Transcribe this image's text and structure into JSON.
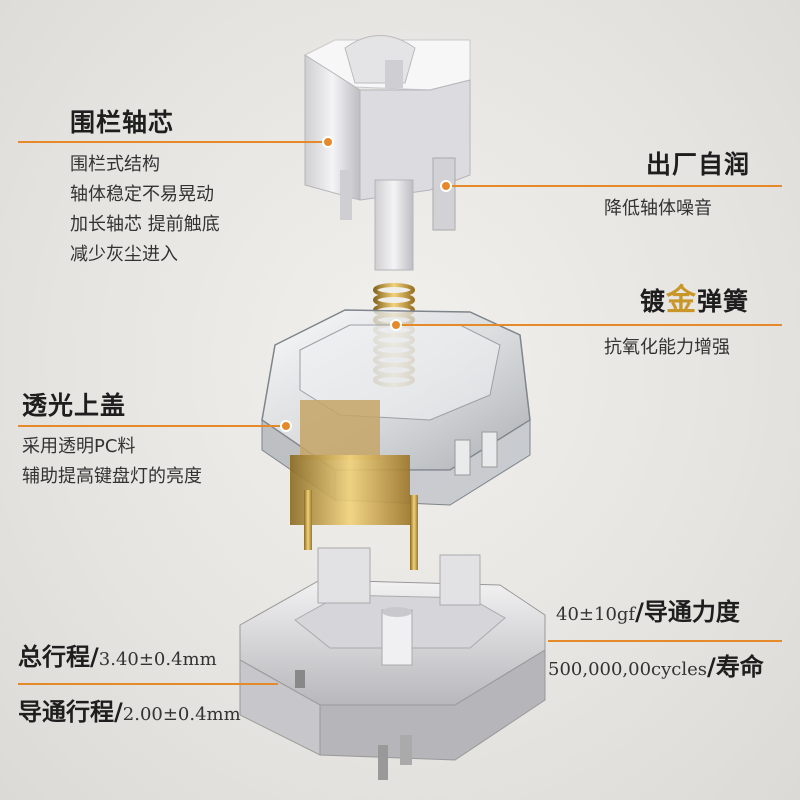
{
  "features": {
    "stem": {
      "title": "围栏轴芯",
      "lines": [
        "围栏式结构",
        "轴体稳定不易晃动",
        "加长轴芯 提前触底",
        "减少灰尘进入"
      ]
    },
    "lube": {
      "title": "出厂自润",
      "lines": [
        "降低轴体噪音"
      ]
    },
    "spring": {
      "title_pre": "镀",
      "title_gold": "金",
      "title_post": "弹簧",
      "lines": [
        "抗氧化能力增强"
      ]
    },
    "housing": {
      "title": "透光上盖",
      "lines": [
        "采用透明PC料",
        "辅助提高键盘灯的亮度"
      ]
    }
  },
  "specs": {
    "actuation_force": {
      "value": "40±10gf",
      "label": "/导通力度"
    },
    "lifespan": {
      "value": "500,000,00cycles",
      "label": "/寿命"
    },
    "total_travel": {
      "label": "总行程/",
      "value": "3.40±0.4mm"
    },
    "actuation_travel": {
      "label": "导通行程/",
      "value": "2.00±0.4mm"
    }
  },
  "colors": {
    "accent": "#e58a2a",
    "gold": "#c9962a",
    "background": "#e9e7e3"
  }
}
